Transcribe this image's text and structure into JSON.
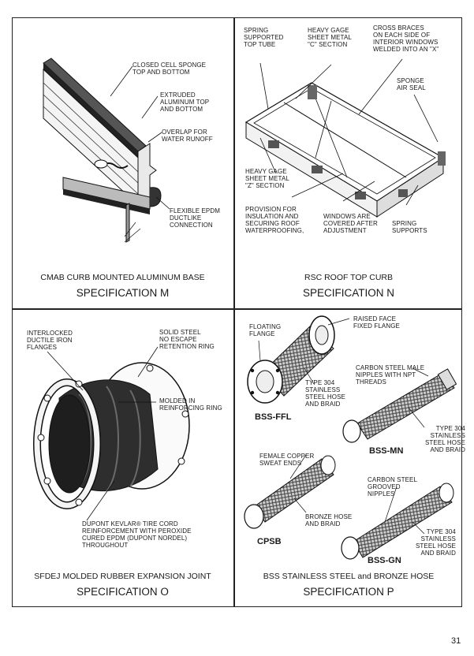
{
  "page_number": "31",
  "panels": {
    "cmab": {
      "labels": {
        "sponge": "CLOSED CELL SPONGE\nTOP and BOTTOM",
        "extruded": "EXTRUDED\nALUMINUM TOP\nAND BOTTOM",
        "overlap": "OVERLAP FOR\nWATER RUNOFF",
        "epdm": "FLEXIBLE EPDM\nDUCTLIKE\nCONNECTION"
      },
      "caption": "CMAB CURB MOUNTED ALUMINUM BASE",
      "spec": "SPECIFICATION M"
    },
    "rsc": {
      "labels": {
        "spring_top": "SPRING\nSUPPORTED\nTOP TUBE",
        "c_section": "HEAVY GAGE\nSHEET METAL\n\"C\" SECTION",
        "cross_braces": "CROSS BRACES\nON EACH SIDE OF\nINTERIOR WINDOWS\nWELDED INTO AN \"X\"",
        "air_seal": "SPONGE\nAIR SEAL",
        "z_section": "HEAVY GAGE\nSHEET METAL\n\"Z\" SECTION",
        "provision": "PROVISION FOR\nINSULATION AND\nSECURING ROOF\nWATERPROOFING,",
        "windows": "WINDOWS ARE\nCOVERED AFTER\nADJUSTMENT",
        "springs": "SPRING\nSUPPORTS"
      },
      "caption": "RSC ROOF TOP CURB",
      "spec": "SPECIFICATION N"
    },
    "sfdej": {
      "labels": {
        "flanges": "INTERLOCKED\nDUCTILE IRON\nFLANGES",
        "solid_steel": "SOLID STEEL\nNO ESCAPE\nRETENTION RING",
        "molded": "MOLDED IN\nREINFORCING RING",
        "kevlar": "DUPONT KEVLAR® TIRE CORD\nREINFORCEMENT WITH PEROXIDE\nCURED EPDM (DuPont Nordel)\nTHROUGHOUT"
      },
      "caption": "SFDEJ MOLDED RUBBER EXPANSION JOINT",
      "spec": "SPECIFICATION O"
    },
    "bss": {
      "labels": {
        "floating": "FLOATING\nFLANGE",
        "raised": "RAISED FACE\nFIXED FLANGE",
        "type304_a": "TYPE 304\nSTAINLESS\nSTEEL HOSE\nAND BRAID",
        "carbon_male": "CARBON STEEL MALE\nNIPPLES WITH NPT\nTHREADS",
        "type304_b": "TYPE 304\nSTAINLESS\nSTEEL HOSE\nAND BRAID",
        "female_copper": "FEMALE COPPER\nSWEAT ENDS",
        "carbon_grooved": "CARBON STEEL\nGROOVED\nNIPPLES",
        "bronze": "BRONZE HOSE\nAND BRAID",
        "type304_c": "TYPE 304\nSTAINLESS\nSTEEL HOSE\nAND BRAID"
      },
      "products": {
        "ffl": "BSS-FFL",
        "mn": "BSS-MN",
        "cpsb": "CPSB",
        "gn": "BSS-GN"
      },
      "caption": "BSS STAINLESS STEEL and BRONZE HOSE",
      "spec": "SPECIFICATION P"
    }
  }
}
